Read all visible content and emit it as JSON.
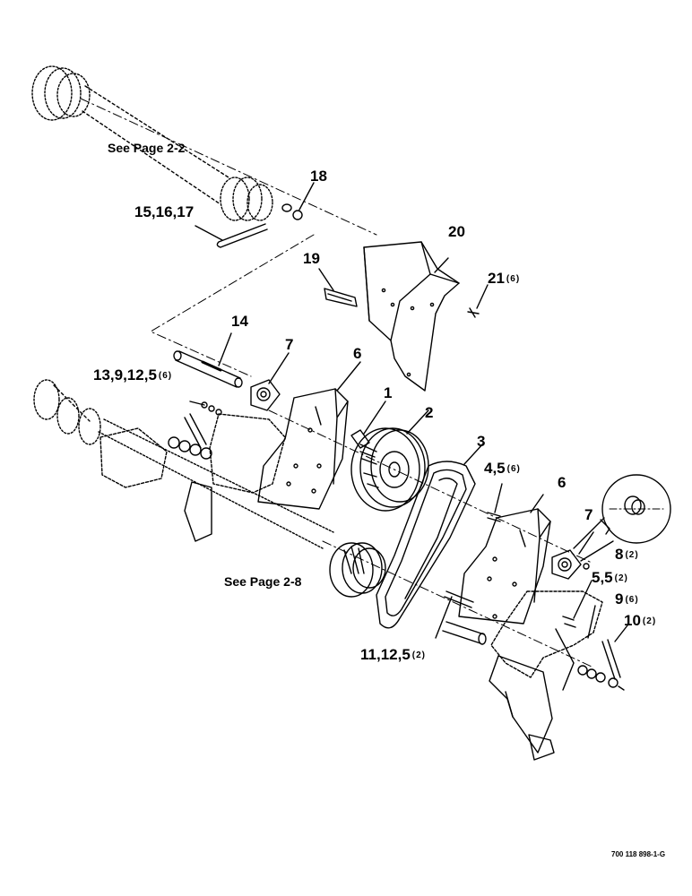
{
  "references": {
    "see_page_top": "See Page 2-2",
    "see_page_bottom": "See Page 2-8"
  },
  "callouts": {
    "c18": "18",
    "c15_16_17": "15,16,17",
    "c20": "20",
    "c19": "19",
    "c21": "21",
    "c21_qty": "(6)",
    "c14": "14",
    "c7_left": "7",
    "c6_left": "6",
    "c13_9_12_5": "13,9,12,5",
    "c13_qty": "(6)",
    "c1": "1",
    "c2": "2",
    "c3": "3",
    "c4_5": "4,5",
    "c4_qty": "(6)",
    "c6_right": "6",
    "c7_right": "7",
    "c8": "8",
    "c8_qty": "(2)",
    "c5_5": "5,5",
    "c5_qty": "(2)",
    "c9": "9",
    "c9_qty": "(6)",
    "c10": "10",
    "c10_qty": "(2)",
    "c11_12_5": "11,12,5",
    "c11_qty": "(2)"
  },
  "figure_id": "700 118 898-1-G"
}
